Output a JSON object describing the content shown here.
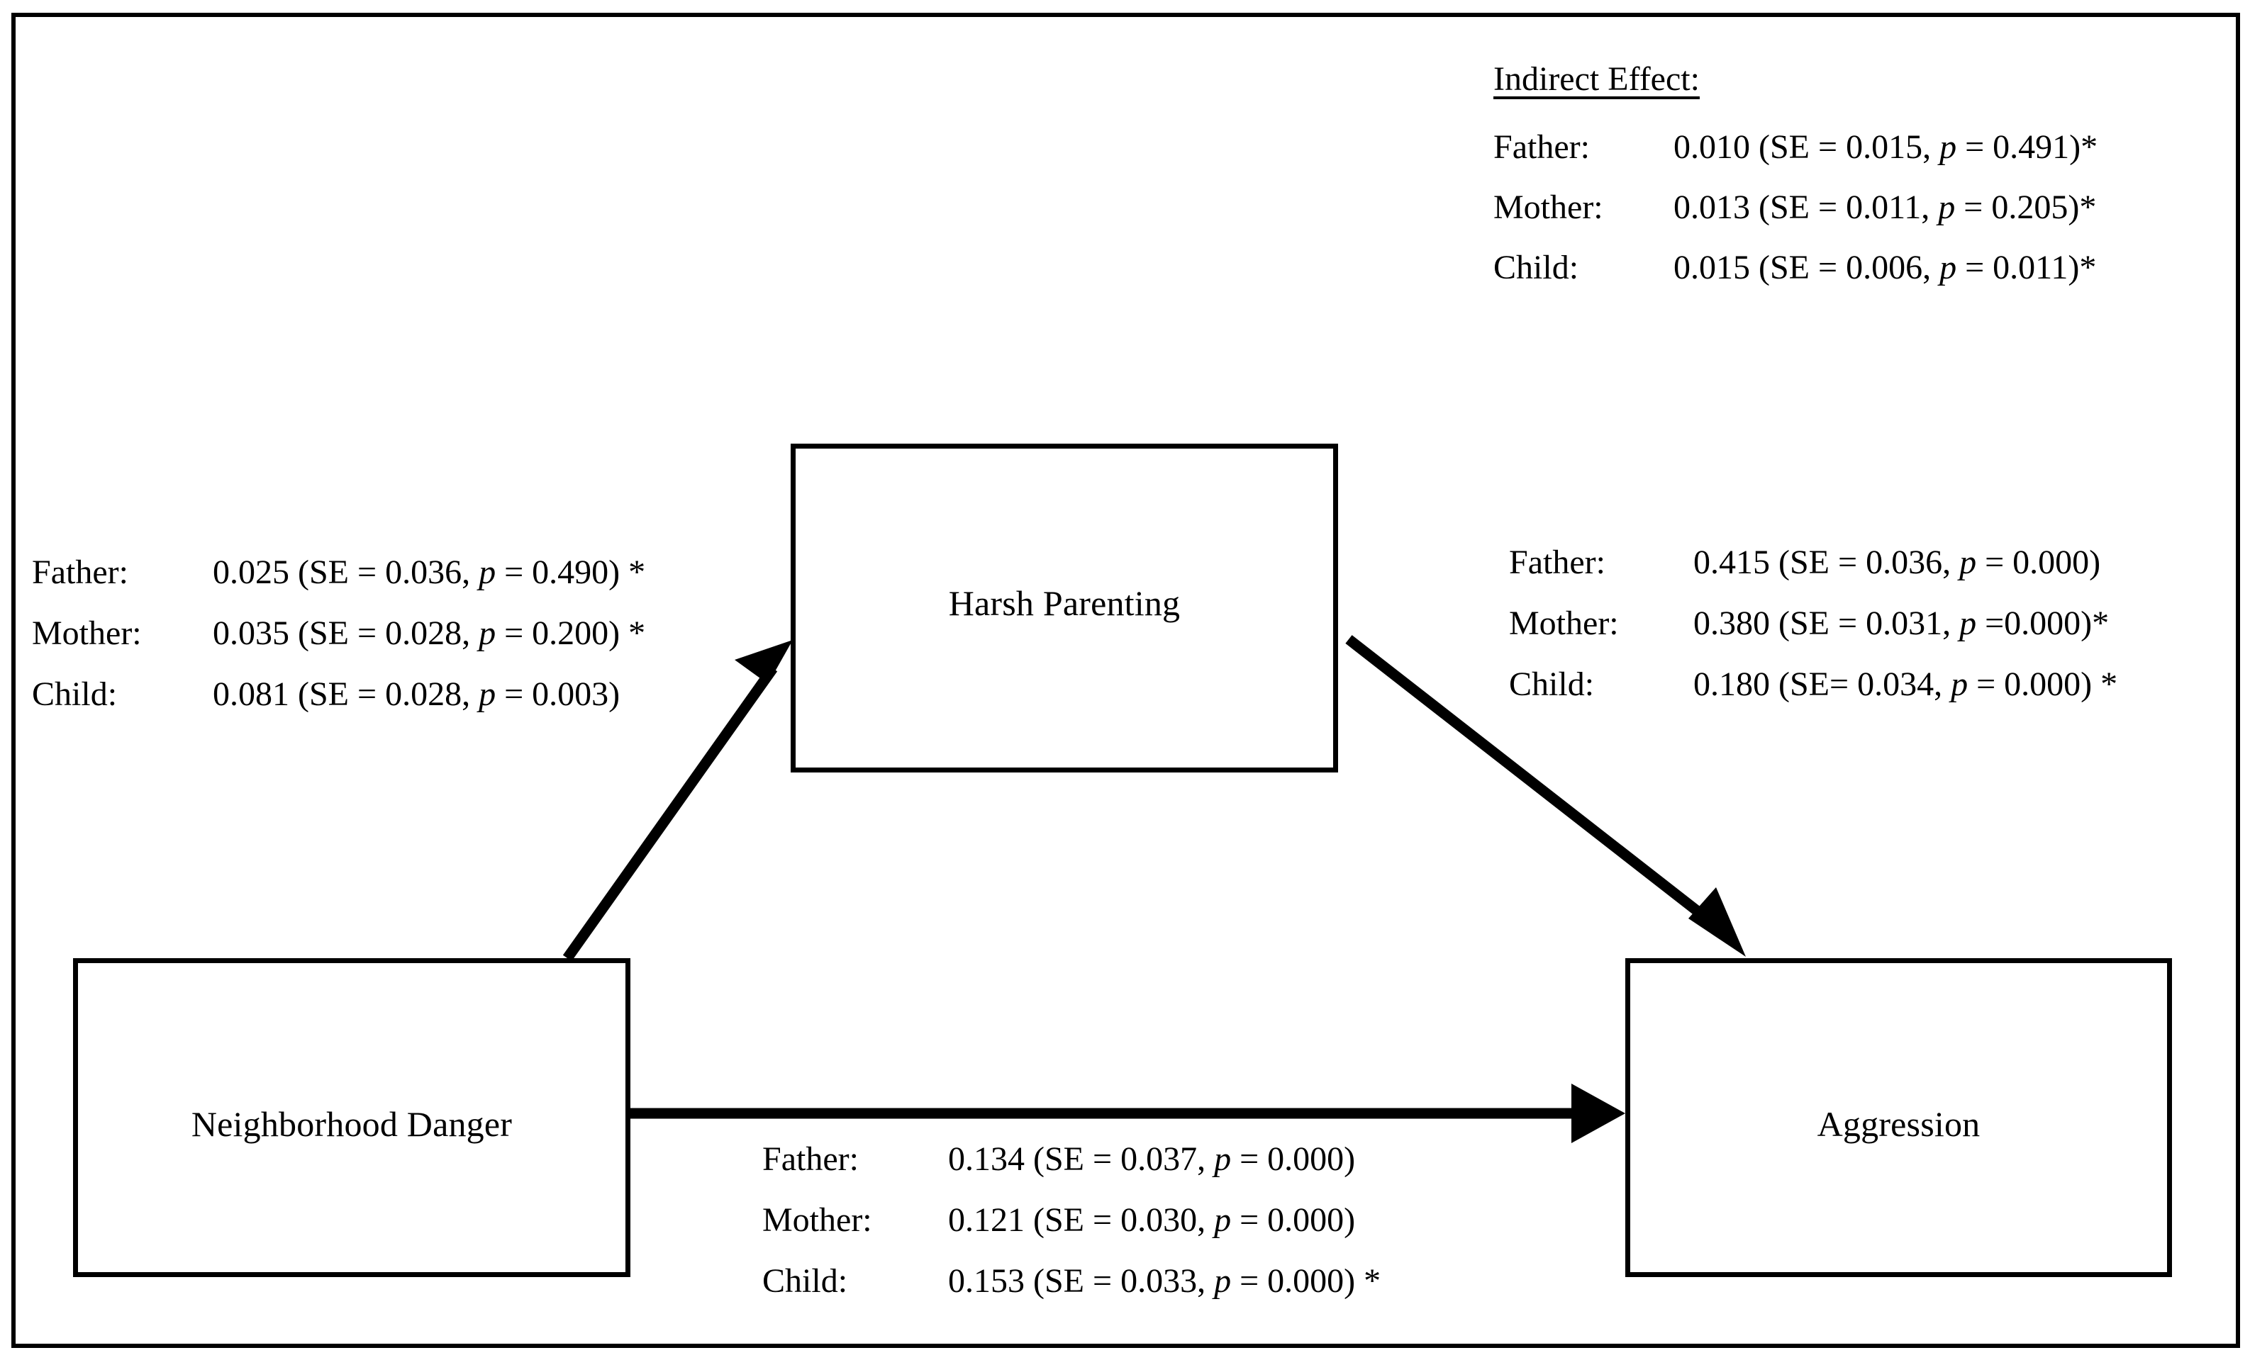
{
  "figure": {
    "type": "mediation-path-diagram",
    "nodes": {
      "predictor": "Neighborhood Danger",
      "mediator": "Harsh Parenting",
      "outcome": "Aggression"
    }
  },
  "indirect_effect": {
    "title": "Indirect Effect:",
    "rows": [
      {
        "key": "Father:",
        "estimate": "0.010",
        "se": "0.015",
        "p": "0.491",
        "star": "*",
        "value": "0.010 (SE = 0.015, p = 0.491)*"
      },
      {
        "key": "Mother:",
        "estimate": "0.013",
        "se": "0.011",
        "p": "0.205",
        "star": "*",
        "value": "0.013 (SE = 0.011, p = 0.205)*"
      },
      {
        "key": "Child:",
        "estimate": "0.015",
        "se": "0.006",
        "p": "0.011",
        "star": "*",
        "value": "0.015 (SE = 0.006, p = 0.011)*"
      }
    ]
  },
  "a_path": {
    "from": "Neighborhood Danger",
    "to": "Harsh Parenting",
    "rows": [
      {
        "key": "Father:",
        "estimate": "0.025",
        "se": "0.036",
        "p": "0.490",
        "star": " *",
        "value": "0.025 (SE = 0.036, p = 0.490) *"
      },
      {
        "key": "Mother:",
        "estimate": "0.035",
        "se": "0.028",
        "p": "0.200",
        "star": " *",
        "value": "0.035 (SE = 0.028, p = 0.200) *"
      },
      {
        "key": "Child:",
        "estimate": "0.081",
        "se": "0.028",
        "p": "0.003",
        "star": "",
        "value": "0.081 (SE = 0.028, p = 0.003)"
      }
    ]
  },
  "b_path": {
    "from": "Harsh Parenting",
    "to": "Aggression",
    "rows": [
      {
        "key": "Father:",
        "estimate": "0.415",
        "se": "0.036",
        "p": "0.000",
        "star": "",
        "value": "0.415 (SE = 0.036, p = 0.000)"
      },
      {
        "key": "Mother:",
        "estimate": "0.380",
        "se": "0.031",
        "p": "0.000",
        "star": "*",
        "value": "0.380 (SE = 0.031, p =0.000)*"
      },
      {
        "key": "Child:",
        "estimate": "0.180",
        "se": "0.034",
        "p": "0.000",
        "star": " *",
        "value": "0.180 (SE= 0.034, p = 0.000) *"
      }
    ]
  },
  "direct_path": {
    "from": "Neighborhood Danger",
    "to": "Aggression",
    "rows": [
      {
        "key": "Father:",
        "estimate": "0.134",
        "se": "0.037",
        "p": "0.000",
        "star": "",
        "value": "0.134 (SE = 0.037, p = 0.000)"
      },
      {
        "key": "Mother:",
        "estimate": "0.121",
        "se": "0.030",
        "p": "0.000",
        "star": "",
        "value": "0.121 (SE = 0.030, p = 0.000)"
      },
      {
        "key": "Child:",
        "estimate": "0.153",
        "se": "0.033",
        "p": "0.000",
        "star": " *",
        "value": "0.153 (SE = 0.033, p = 0.000) *"
      }
    ]
  },
  "colors": {
    "stroke": "#000000",
    "background": "#ffffff"
  }
}
